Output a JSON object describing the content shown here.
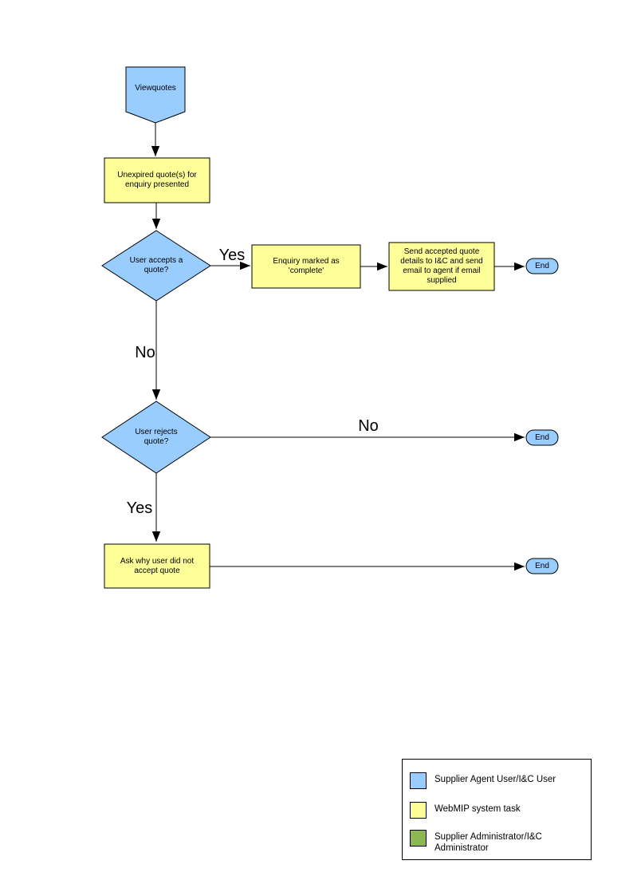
{
  "flowchart": {
    "start": {
      "label": "Viewquotes"
    },
    "unexpired_box": {
      "label": "Unexpired quote(s) for enquiry presented"
    },
    "accept_decision": {
      "label": "User accepts a quote?"
    },
    "accept_yes_edge": {
      "label": "Yes"
    },
    "complete_box": {
      "label": "Enquiry marked as 'complete'"
    },
    "send_box": {
      "label": "Send accepted quote details to I&C and send email to agent if email supplied"
    },
    "end_1": {
      "label": "End"
    },
    "accept_no_edge": {
      "label": "No"
    },
    "reject_decision": {
      "label": "User rejects quote?"
    },
    "reject_no_edge": {
      "label": "No"
    },
    "end_2": {
      "label": "End"
    },
    "reject_yes_edge": {
      "label": "Yes"
    },
    "ask_why_box": {
      "label": "Ask why user did not accept quote"
    },
    "end_3": {
      "label": "End"
    }
  },
  "legend": {
    "items": [
      {
        "color": "#99CCFF",
        "label": "Supplier Agent User/I&C User"
      },
      {
        "color": "#FFFF99",
        "label": "WebMIP system task"
      },
      {
        "color": "#8DB750",
        "label": "Supplier Administrator/I&C Administrator"
      }
    ]
  },
  "colors": {
    "user_node_blue": "#99CCFF",
    "system_task_yellow": "#FFFF99",
    "admin_green": "#8DB750",
    "line": "#000000"
  }
}
